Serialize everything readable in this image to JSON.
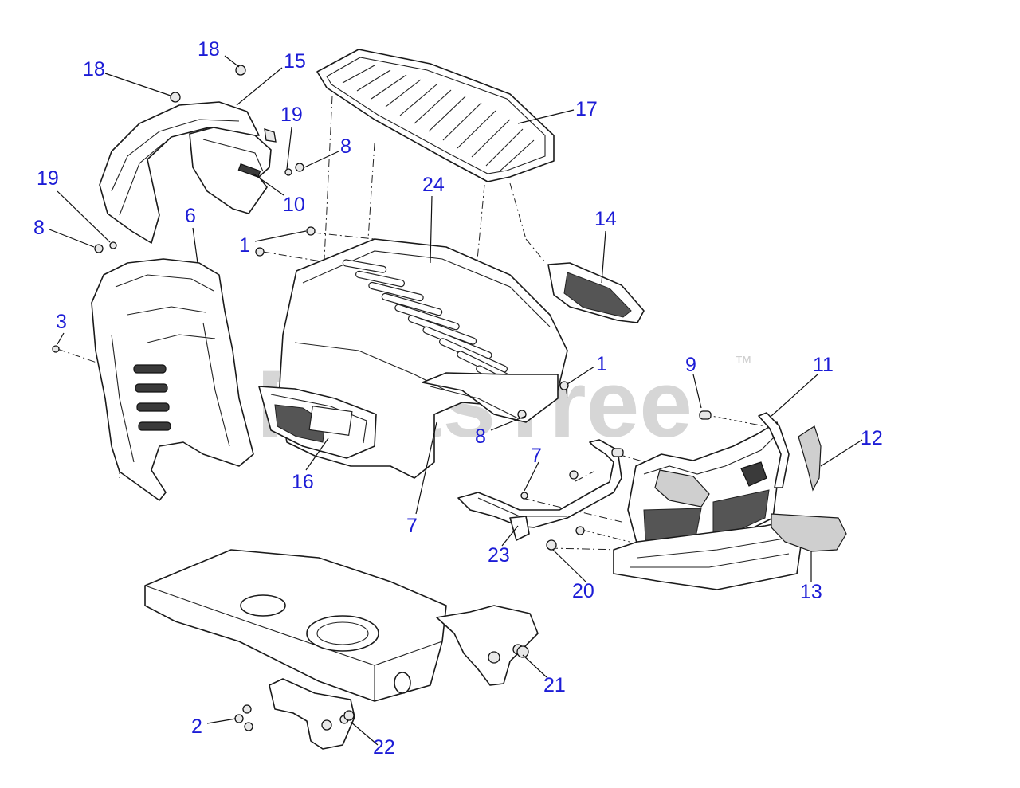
{
  "watermark": {
    "text": "PartsTree",
    "mark": "™"
  },
  "callouts": {
    "c18a": "18",
    "c18b": "18",
    "c15": "15",
    "c17": "17",
    "c19a": "19",
    "c8a": "8",
    "c10": "10",
    "c24": "24",
    "c19b": "19",
    "c6": "6",
    "c8b": "8",
    "c1a": "1",
    "c14": "14",
    "c3": "3",
    "c1b": "1",
    "c9": "9",
    "c11": "11",
    "c12": "12",
    "c8c": "8",
    "c16": "16",
    "c7a": "7",
    "c7b": "7",
    "c23": "23",
    "c20": "20",
    "c13": "13",
    "c21": "21",
    "c2": "2",
    "c22": "22"
  },
  "colors": {
    "callout": "#1c1cd6",
    "linework": "#1a1a1a",
    "watermark": "#d6d6d6"
  },
  "parts": [
    "hood-top-grille",
    "hood",
    "dash-panel",
    "dash-cover",
    "front-grille",
    "side-grille",
    "vent-insert",
    "frame",
    "front-bracket",
    "headlight-lens",
    "bumper-panel"
  ]
}
